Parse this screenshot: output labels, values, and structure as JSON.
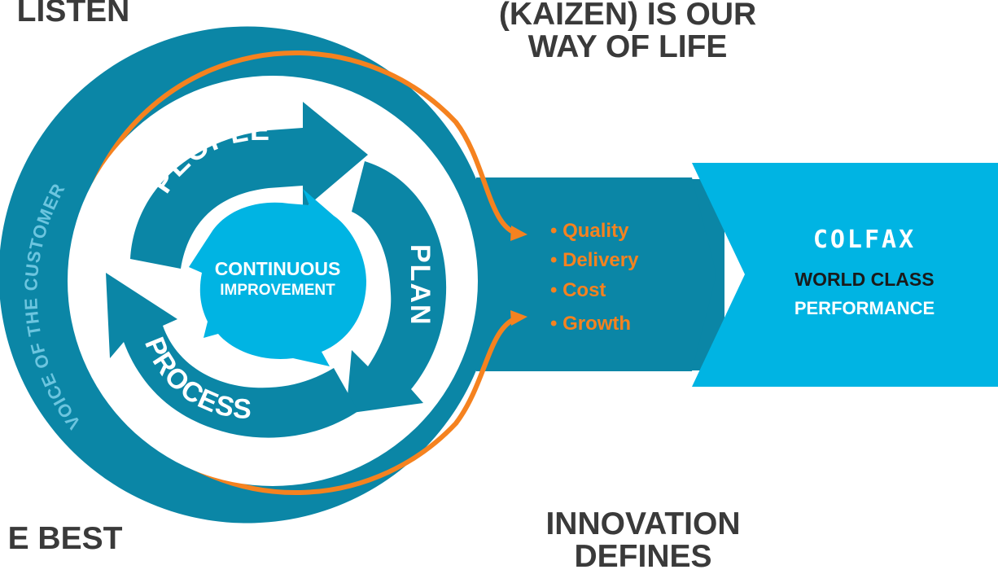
{
  "colors": {
    "dark_teal": "#0b86a6",
    "light_blue": "#00b4e3",
    "orange": "#f5821f",
    "text_dark": "#3a3a3a",
    "white": "#ffffff"
  },
  "top_left_heading": "LISTEN",
  "top_right_heading": [
    "(KAIZEN) IS OUR",
    "WAY OF LIFE"
  ],
  "bottom_left_heading": "E BEST",
  "bottom_right_heading": [
    "INNOVATION",
    "DEFINES"
  ],
  "ring_text": "VOICE OF THE CUSTOMER",
  "cycle": {
    "people": "PEOPLE",
    "plan": "PLAN",
    "process": "PROCESS"
  },
  "center": [
    "CONTINUOUS",
    "IMPROVEMENT"
  ],
  "bullets": [
    "• Quality",
    "• Delivery",
    "• Cost",
    "• Growth"
  ],
  "brand": {
    "logo": "COLFAX",
    "line1": "WORLD CLASS",
    "line2": "PERFORMANCE"
  }
}
